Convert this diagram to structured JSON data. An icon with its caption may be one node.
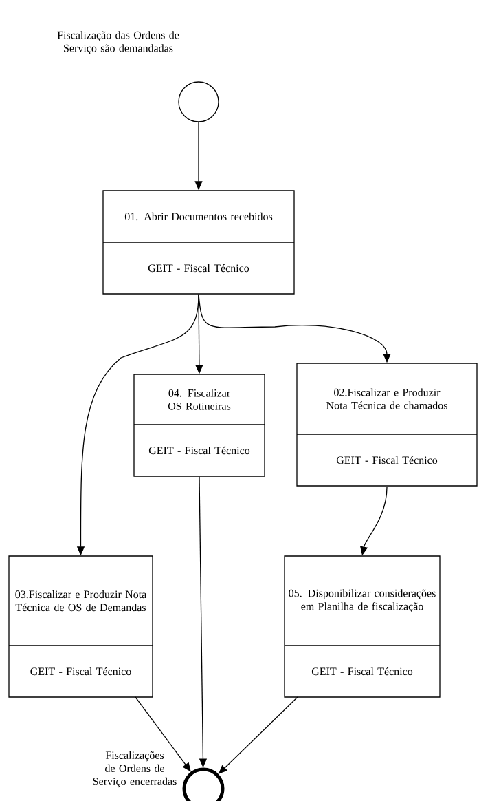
{
  "diagram": {
    "nodes": [
      {
        "text": [],
        "shape": "circle",
        "beside": [
          "Fiscalização das Ordens de Serviço são demandadas"
        ]
      },
      {
        "text": [
          "01. Abrir Documentos recebidos",
          "GEIT - Fiscal Técnico"
        ]
      },
      {
        "text": [
          "04. Fiscalizar OS Rotineiras",
          "GEIT - Fiscal Técnico"
        ]
      },
      {
        "text": [
          "02.Fiscalizar e Produzir Nota Técnica de chamados",
          "GEIT - Fiscal Técnico"
        ]
      },
      {
        "text": [
          "03.Fiscalizar e Produzir Nota Técnica de OS de Demandas",
          "GEIT - Fiscal Técnico"
        ]
      },
      {
        "text": [
          "05. Disponibilizar considerações em Planilha de fiscalização",
          "GEIT - Fiscal Técnico"
        ]
      },
      {
        "text": [],
        "shape": "circle",
        "beside": [
          "Fiscalizações de Ordens de Serviço encerradas"
        ]
      }
    ],
    "edges": [
      {
        "from": 0,
        "to": 1,
        "arrow": "to"
      },
      {
        "from": 1,
        "to": 4,
        "arrow": "to"
      },
      {
        "from": 1,
        "to": 2,
        "arrow": "to"
      },
      {
        "from": 1,
        "to": 3,
        "arrow": "to"
      },
      {
        "from": 3,
        "to": 5,
        "arrow": "to"
      },
      {
        "from": 4,
        "to": 6,
        "arrow": "to"
      },
      {
        "from": 2,
        "to": 6,
        "arrow": "to"
      },
      {
        "from": 5,
        "to": 6,
        "arrow": "to"
      }
    ]
  }
}
